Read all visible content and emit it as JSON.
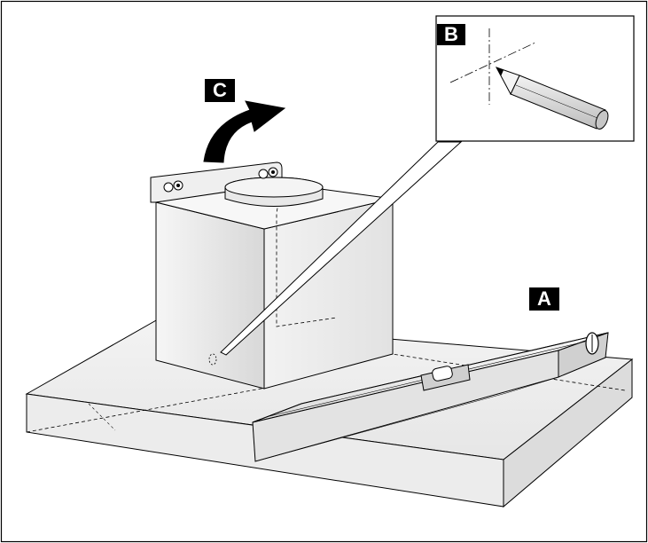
{
  "labels": {
    "a": "A",
    "b": "B",
    "c": "C"
  },
  "colors": {
    "outline": "#000000",
    "surface": "#eeeeee",
    "hood_light": "#f1f1f1",
    "hood_shade": "#d4d4d4",
    "level_body": "#e6e6e6",
    "label_bg": "#000000",
    "label_text": "#ffffff"
  }
}
